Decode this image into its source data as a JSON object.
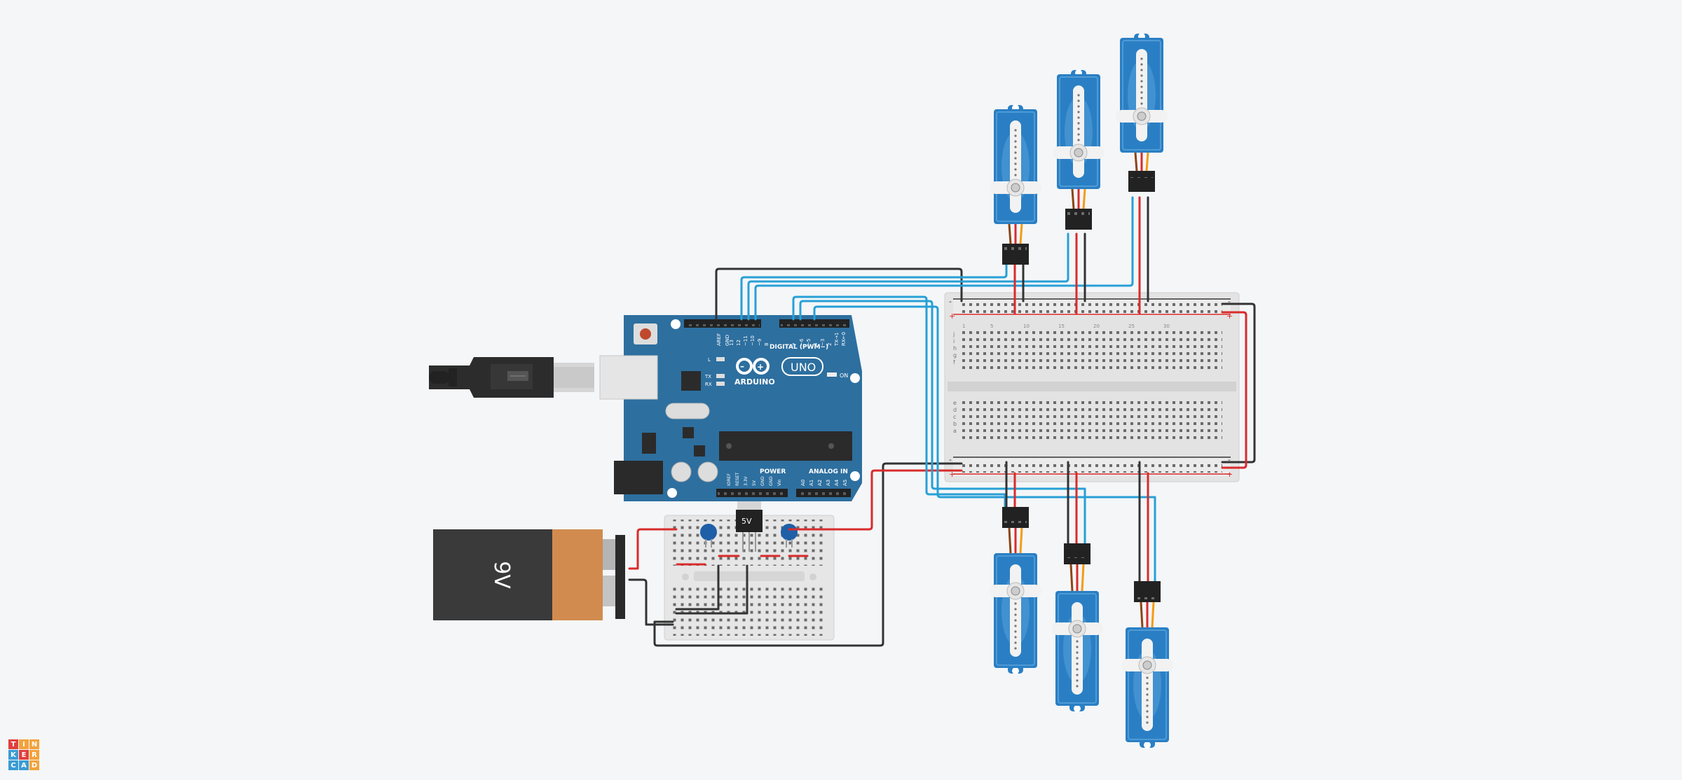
{
  "logo": {
    "letters": [
      "T",
      "I",
      "N",
      "K",
      "E",
      "R",
      "C",
      "A",
      "D"
    ],
    "colors": [
      "#e03f3e",
      "#f3a23a",
      "#f3a23a",
      "#3a9bd5",
      "#e03f3e",
      "#f3a23a",
      "#3a9bd5",
      "#3a9bd5",
      "#f3a23a"
    ]
  },
  "arduino": {
    "digital_label": "DIGITAL (PWM~)",
    "brand_name": "ARDUINO",
    "model_name": "UNO",
    "on_label": "ON",
    "led_labels": [
      "L",
      "TX",
      "RX"
    ],
    "power_label": "POWER",
    "analog_label": "ANALOG IN",
    "digital_pins": [
      "AREF",
      "GND",
      "13",
      "12",
      "~11",
      "~10",
      "~9",
      "8",
      "7",
      "~6",
      "~5",
      "4",
      "~3",
      "2",
      "TX→1",
      "RX←0"
    ],
    "power_pins": [
      "IOREF",
      "RESET",
      "3.3V",
      "5V",
      "GND",
      "GND",
      "Vin"
    ],
    "analog_pins": [
      "A0",
      "A1",
      "A2",
      "A3",
      "A4",
      "A5"
    ]
  },
  "battery": {
    "label": "9V"
  },
  "regulator": {
    "label": "5V"
  },
  "breadboard": {
    "row_letters_top": [
      "j",
      "i",
      "h",
      "g",
      "f"
    ],
    "row_letters_bottom": [
      "e",
      "d",
      "c",
      "b",
      "a"
    ],
    "rail_minus": "-",
    "rail_plus": "+",
    "column_numbers": [
      "1",
      "5",
      "10",
      "15",
      "20",
      "25",
      "30"
    ]
  },
  "colors": {
    "arduino_blue": "#2d6f9f",
    "servo_blue": "#2a7fc4",
    "wire_signal": "#27a0d6",
    "wire_power": "#d92b2b",
    "wire_ground": "#333333",
    "battery_dark": "#3a3a3a",
    "battery_copper": "#d18b4f"
  }
}
